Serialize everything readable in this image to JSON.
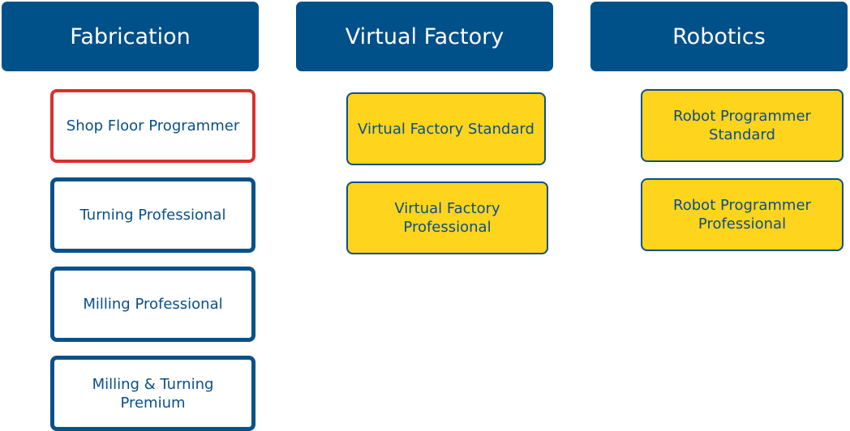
{
  "columns": {
    "fabrication": {
      "title": "Fabrication",
      "items": [
        {
          "label": "Shop Floor Programmer",
          "selected": true
        },
        {
          "label": "Turning Professional",
          "selected": false
        },
        {
          "label": "Milling Professional",
          "selected": false
        },
        {
          "label": "Milling & Turning Premium",
          "selected": false
        }
      ]
    },
    "virtual_factory": {
      "title": "Virtual Factory",
      "items": [
        {
          "label": "Virtual Factory Standard"
        },
        {
          "label": "Virtual Factory Professional"
        }
      ]
    },
    "robotics": {
      "title": "Robotics",
      "items": [
        {
          "label": "Robot Programmer Standard"
        },
        {
          "label": "Robot Programmer Professional"
        }
      ]
    }
  },
  "colors": {
    "header_bg": "#00508a",
    "header_text": "#ffffff",
    "outline_border": "#0b5189",
    "selected_border": "#d9302c",
    "filled_bg": "#ffd41c",
    "card_text": "#0a4f86"
  }
}
